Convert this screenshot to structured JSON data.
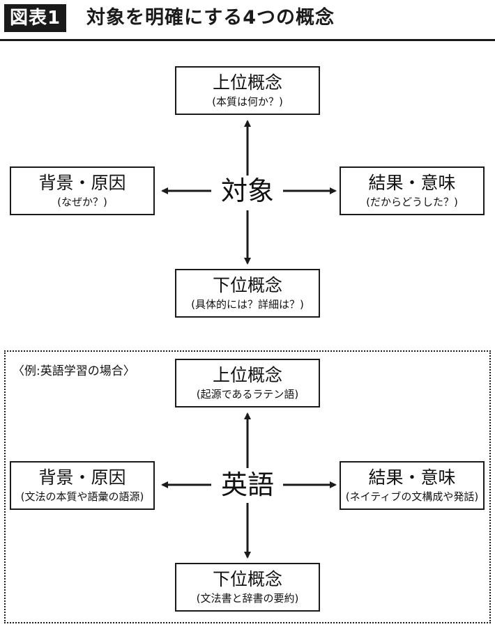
{
  "header": {
    "figure_label": "図表1",
    "title": "対象を明確にする4つの概念"
  },
  "diagram_top": {
    "center": "対象",
    "upper": {
      "main": "上位概念",
      "sub": "(本質は何か？)"
    },
    "left": {
      "main": "背景・原因",
      "sub": "(なぜか？)"
    },
    "right": {
      "main": "結果・意味",
      "sub": "(だからどうした？)"
    },
    "lower": {
      "main": "下位概念",
      "sub": "(具体的には？詳細は？)"
    }
  },
  "diagram_example": {
    "label": "〈例:英語学習の場合〉",
    "center": "英語",
    "upper": {
      "main": "上位概念",
      "sub": "(起源であるラテン語)"
    },
    "left": {
      "main": "背景・原因",
      "sub": "(文法の本質や語彙の語源)"
    },
    "right": {
      "main": "結果・意味",
      "sub": "(ネイティブの文構成や発話)"
    },
    "lower": {
      "main": "下位概念",
      "sub": "(文法書と辞書の要約)"
    }
  }
}
